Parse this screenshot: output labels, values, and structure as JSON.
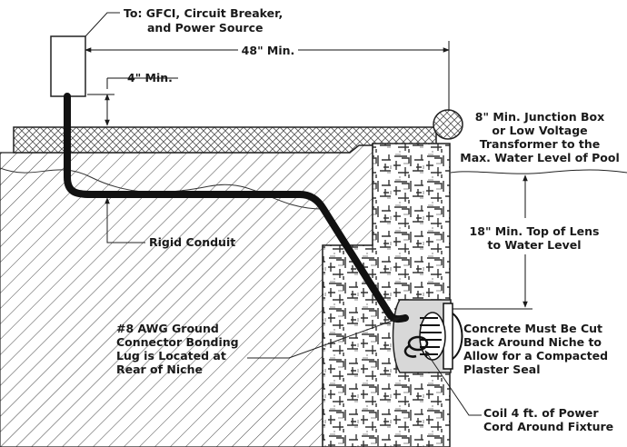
{
  "labels": {
    "power_source_1": "To: GFCI, Circuit Breaker,",
    "power_source_2": "and Power Source",
    "dim_48": "48\" Min.",
    "dim_4": "4\" Min.",
    "junction_1": "8\" Min. Junction Box",
    "junction_2": "or Low Voltage",
    "junction_3": "Transformer to the",
    "junction_4": "Max. Water Level of Pool",
    "lens_1": "18\" Min. Top of Lens",
    "lens_2": "to Water Level",
    "conduit": "Rigid Conduit",
    "ground_1": "#8 AWG Ground",
    "ground_2": "Connector Bonding",
    "ground_3": "Lug is Located at",
    "ground_4": "Rear of Niche",
    "concrete_1": "Concrete Must Be Cut",
    "concrete_2": "Back Around Niche to",
    "concrete_3": "Allow for a Compacted",
    "concrete_4": "Plaster Seal",
    "coil_1": "Coil 4 ft. of Power",
    "coil_2": "Cord Around Fixture"
  }
}
